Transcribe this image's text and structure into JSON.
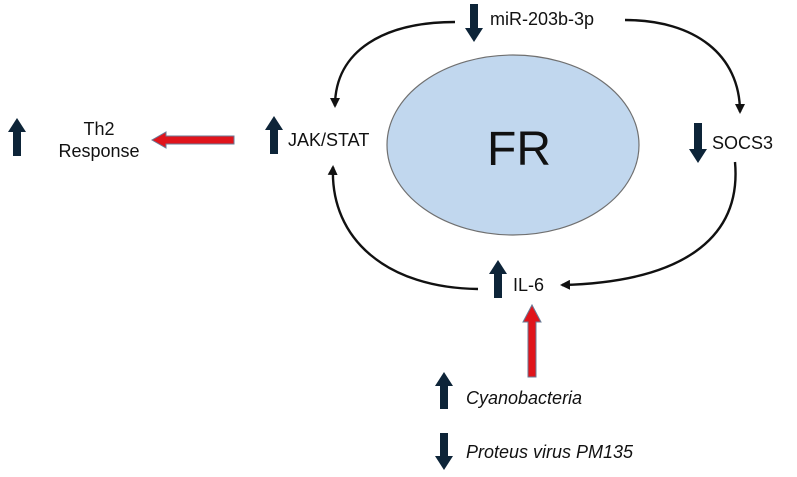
{
  "title": "",
  "nodes": {
    "center": "FR",
    "mirna": "miR-203b-3p",
    "jak_stat": "JAK/STAT",
    "socs3": "SOCS3",
    "il6": "IL-6",
    "th2": "Th2 Response",
    "cyanobacteria": "Cyanobacteria",
    "proteus": "Proteus virus PM135"
  },
  "regulation": {
    "mirna": "down",
    "jak_stat": "up",
    "socs3": "down",
    "il6": "up",
    "th2": "up",
    "cyanobacteria": "up",
    "proteus": "down"
  },
  "colors": {
    "ellipse_fill": "#c1d7ee",
    "ellipse_stroke": "#707070",
    "indicator_arrow": "#0d2438",
    "influence_arrow_fill": "#e0141b",
    "influence_arrow_stroke": "#6a7a96",
    "cycle_arrow": "#111111"
  },
  "icons": {
    "up": "up-arrow-icon",
    "down": "down-arrow-icon"
  }
}
